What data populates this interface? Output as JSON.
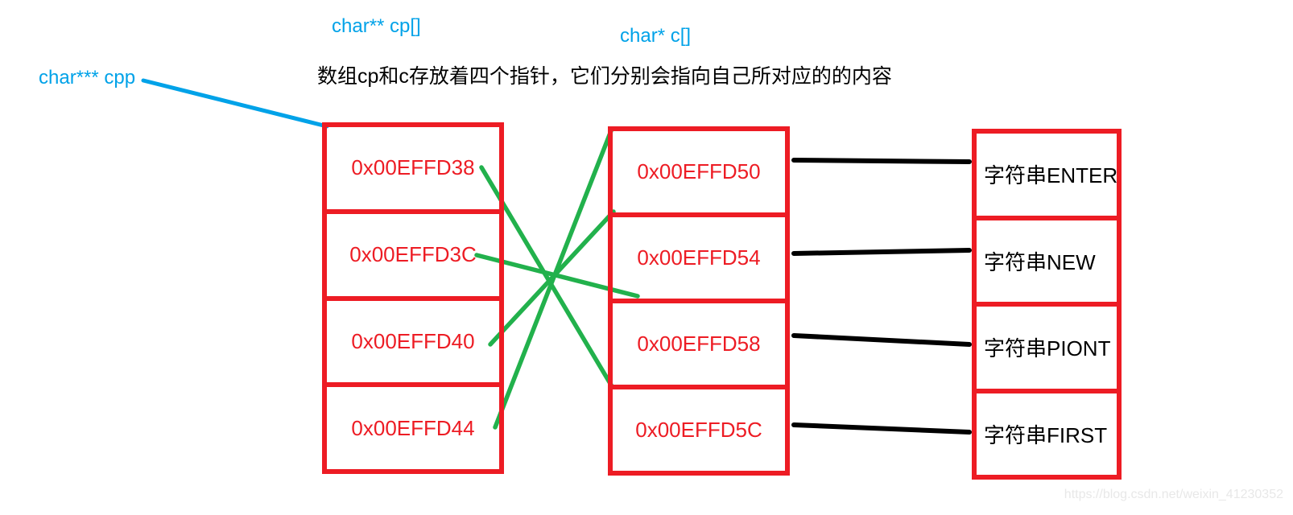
{
  "labels": {
    "cp_array": "char** cp[]",
    "c_array": "char* c[]",
    "cpp_pointer": "char*** cpp",
    "description": "数组cp和c存放着四个指针，它们分别会指向自己所对应的的内容",
    "watermark": "https://blog.csdn.net/weixin_41230352"
  },
  "columns": {
    "cp": {
      "cells": [
        "0x00EFFD38",
        "0x00EFFD3C",
        "0x00EFFD40",
        "0x00EFFD44"
      ]
    },
    "c": {
      "cells": [
        "0x00EFFD50",
        "0x00EFFD54",
        "0x00EFFD58",
        "0x00EFFD5C"
      ]
    },
    "strings": {
      "cells": [
        "字符串ENTER",
        "字符串NEW",
        "字符串PIONT",
        "字符串FIRST"
      ]
    }
  },
  "connections": {
    "cpp_to_cp": [
      [
        "char*** cpp",
        "0x00EFFD38"
      ]
    ],
    "cp_to_c": [
      [
        "0x00EFFD38",
        "0x00EFFD5C"
      ],
      [
        "0x00EFFD3C",
        "0x00EFFD58"
      ],
      [
        "0x00EFFD40",
        "0x00EFFD54"
      ],
      [
        "0x00EFFD44",
        "0x00EFFD50"
      ]
    ],
    "c_to_string": [
      [
        "0x00EFFD50",
        "字符串ENTER"
      ],
      [
        "0x00EFFD54",
        "字符串NEW"
      ],
      [
        "0x00EFFD58",
        "字符串PIONT"
      ],
      [
        "0x00EFFD5C",
        "字符串FIRST"
      ]
    ]
  },
  "colors": {
    "red": "#ED1C24",
    "green": "#22B14C",
    "blue": "#00A2E8",
    "black": "#000000",
    "watermark_gray": "#E8E8E8"
  }
}
